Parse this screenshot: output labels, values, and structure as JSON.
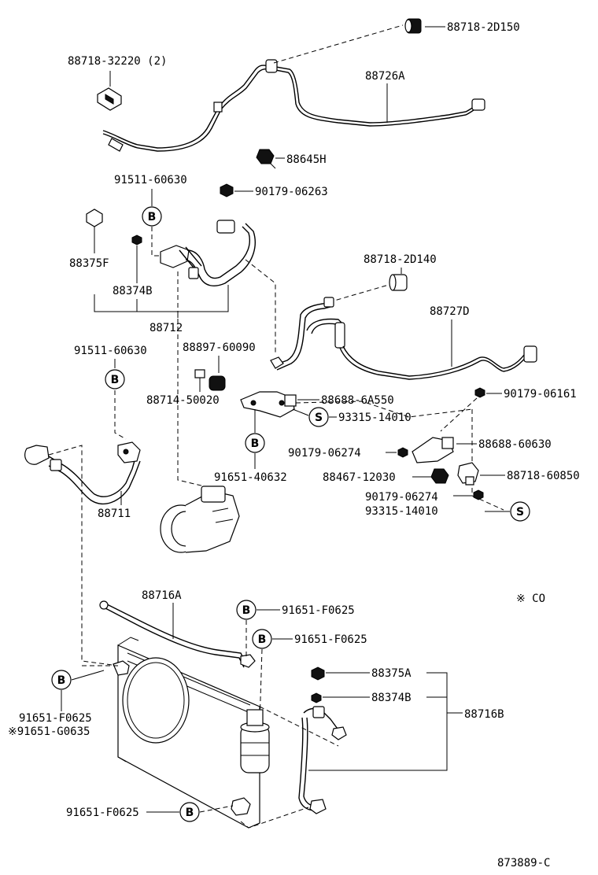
{
  "labels": {
    "p88718_2D150": "88718-2D150",
    "p88718_32220": "88718-32220 (2)",
    "p88726A": "88726A",
    "p88645H": "88645H",
    "p91511_60630_a": "91511-60630",
    "p90179_06263": "90179-06263",
    "p88375F": "88375F",
    "p88374B_a": "88374B",
    "p88712": "88712",
    "p88718_2D140": "88718-2D140",
    "p88727D": "88727D",
    "p91511_60630_b": "91511-60630",
    "p88897_60090": "88897-60090",
    "p88714_50020": "88714-50020",
    "p88688_6A550": "88688-6A550",
    "p93315_14010_a": "93315-14010",
    "p90179_06161": "90179-06161",
    "p90179_06274_a": "90179-06274",
    "p88688_60630": "88688-60630",
    "p91651_40632": "91651-40632",
    "p88467_12030": "88467-12030",
    "p88718_60850": "88718-60850",
    "p90179_06274_b": "90179-06274",
    "p93315_14010_b": "93315-14010",
    "p88711": "88711",
    "p88716A": "88716A",
    "p91651_F0625_a": "91651-F0625",
    "p91651_F0625_b": "91651-F0625",
    "note_co": "※ CO",
    "p88375A": "88375A",
    "p88374B_b": "88374B",
    "p88716B": "88716B",
    "p91651_F0625_c": "91651-F0625",
    "p91651_G0635": "※91651-G0635",
    "p91651_F0625_d": "91651-F0625",
    "diagram_id": "873889-C"
  },
  "callouts": {
    "B": "B",
    "S": "S"
  }
}
